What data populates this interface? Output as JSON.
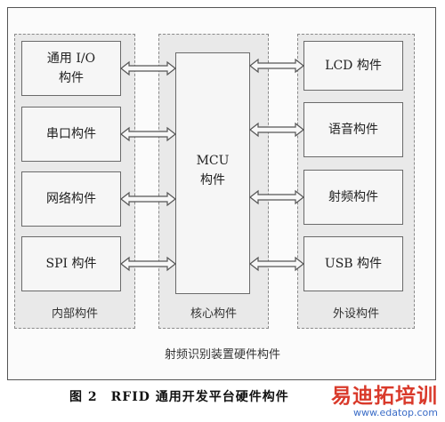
{
  "diagram": {
    "groups": {
      "left": {
        "label": "内部构件"
      },
      "center": {
        "label": "核心构件"
      },
      "right": {
        "label": "外设构件"
      }
    },
    "left_components": [
      {
        "line1": "通用 I/O",
        "line2": "构件"
      },
      {
        "line1": "串口构件"
      },
      {
        "line1": "网络构件"
      },
      {
        "line1": "SPI 构件"
      }
    ],
    "right_components": [
      {
        "line1": "LCD 构件"
      },
      {
        "line1": "语音构件"
      },
      {
        "line1": "射频构件"
      },
      {
        "line1": "USB 构件"
      }
    ],
    "mcu": {
      "line1": "MCU",
      "line2": "构件"
    },
    "outer_label": "射频识别装置硬件构件",
    "caption": "图 2　RFID 通用开发平台硬件构件"
  },
  "watermark": {
    "logo": "易迪拓培训",
    "url": "www.edatop.com"
  },
  "colors": {
    "group_fill": "#e9e9e9",
    "box_border": "#6a6a6a",
    "watermark_logo": "#d93a2b",
    "watermark_url": "#3a6cc7"
  }
}
